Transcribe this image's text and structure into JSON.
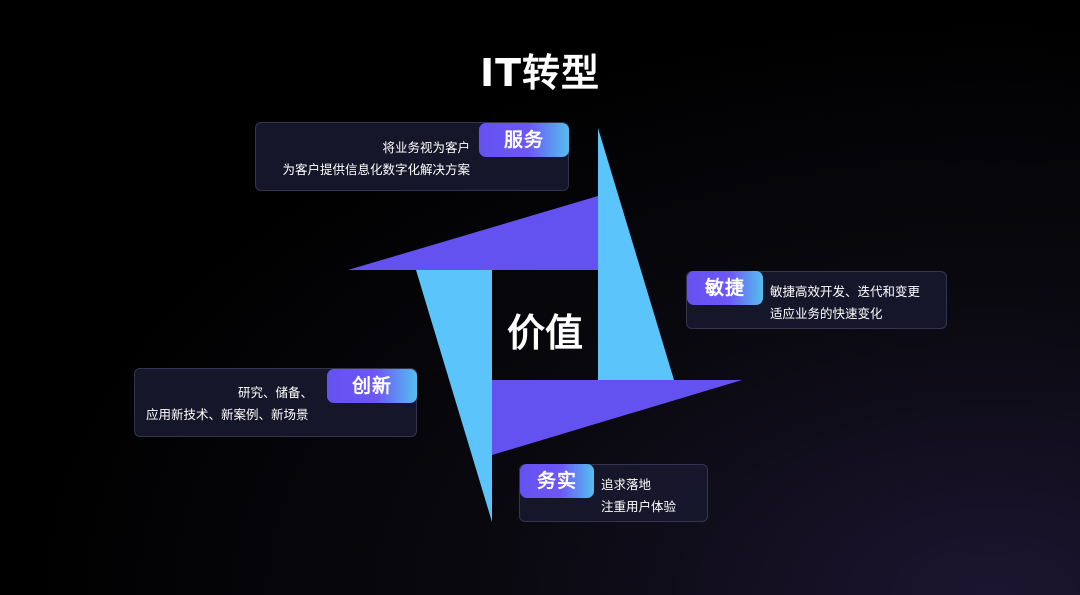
{
  "title": "IT转型",
  "center": "价值",
  "colors": {
    "purple": "#6452f0",
    "cyan": "#5bc4fa",
    "card_bg": "#18182e"
  },
  "cards": {
    "service": {
      "label": "服务",
      "lines": [
        "将业务视为客户",
        "为客户提供信息化数字化解决方案"
      ]
    },
    "agile": {
      "label": "敏捷",
      "lines": [
        "敏捷高效开发、迭代和变更",
        "适应业务的快速变化"
      ]
    },
    "innovation": {
      "label": "创新",
      "lines": [
        "研究、储备、",
        "应用新技术、新案例、新场景"
      ]
    },
    "practical": {
      "label": "务实",
      "lines": [
        "追求落地",
        "注重用户体验"
      ]
    }
  }
}
